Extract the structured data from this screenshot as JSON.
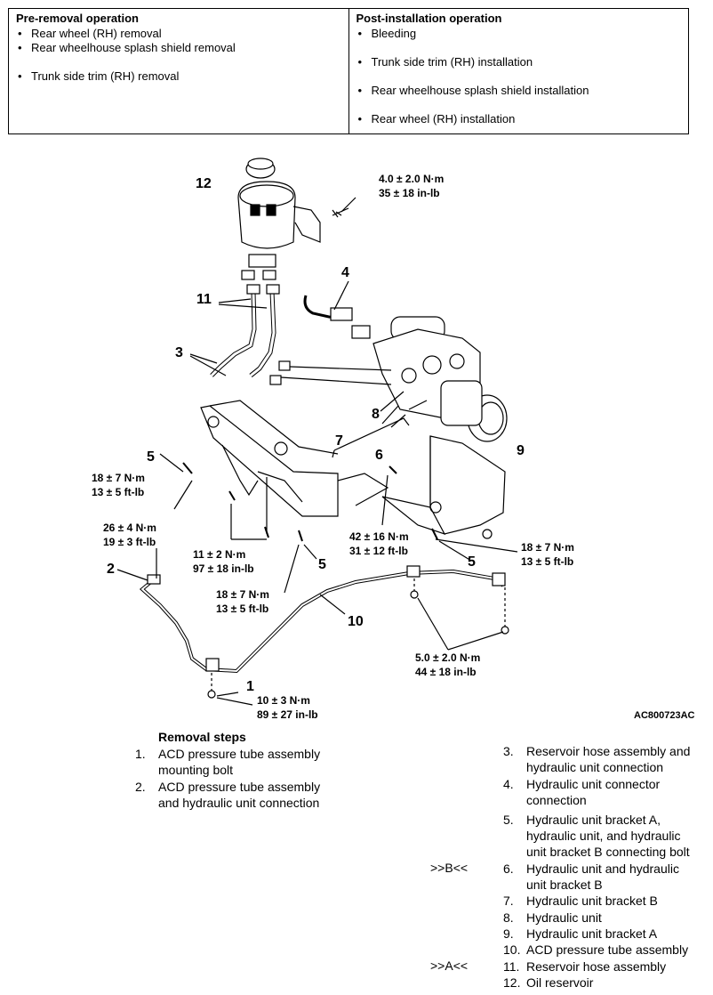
{
  "pre_removal": {
    "title": "Pre-removal operation",
    "items": [
      "Rear wheel (RH) removal",
      "Rear wheelhouse splash shield removal",
      "Trunk side trim (RH) removal"
    ]
  },
  "post_installation": {
    "title": "Post-installation operation",
    "items": [
      "Bleeding",
      "Trunk side trim (RH) installation",
      "Rear wheelhouse splash shield installation",
      "Rear wheel (RH) installation"
    ]
  },
  "diagram": {
    "callouts": [
      "12",
      "11",
      "3",
      "4",
      "8",
      "7",
      "6",
      "9",
      "5",
      "5",
      "5",
      "2",
      "10",
      "1"
    ],
    "torques": [
      [
        "4.0 ± 2.0 N·m",
        "35 ± 18 in-lb"
      ],
      [
        "18 ± 7 N·m",
        "13 ± 5 ft-lb"
      ],
      [
        "26 ± 4 N·m",
        "19 ± 3 ft-lb"
      ],
      [
        "11 ± 2 N·m",
        "97 ± 18 in-lb"
      ],
      [
        "42 ± 16 N·m",
        "31 ± 12 ft-lb"
      ],
      [
        "18 ± 7 N·m",
        "13 ± 5 ft-lb"
      ],
      [
        "18 ± 7 N·m",
        "13 ± 5 ft-lb"
      ],
      [
        "5.0 ± 2.0 N·m",
        "44 ± 18 in-lb"
      ],
      [
        "10 ± 3 N·m",
        "89 ± 27 in-lb"
      ]
    ],
    "figure_code": "AC800723AC"
  },
  "removal": {
    "title": "Removal steps",
    "steps": [
      {
        "num": "1.",
        "lines": [
          "ACD pressure tube assembly",
          "mounting bolt"
        ]
      },
      {
        "num": "2.",
        "lines": [
          "ACD pressure tube assembly",
          "and hydraulic unit connection"
        ]
      },
      {
        "num": "3.",
        "lines": [
          "Reservoir hose assembly and",
          "hydraulic unit connection"
        ]
      },
      {
        "num": "4.",
        "lines": [
          "Hydraulic unit connector",
          "connection"
        ]
      },
      {
        "num": "5.",
        "lines": [
          "Hydraulic unit bracket A,",
          "hydraulic unit, and hydraulic",
          "unit bracket B connecting bolt"
        ]
      },
      {
        "num": "6.",
        "lines": [
          "Hydraulic unit and hydraulic",
          "unit bracket B"
        ]
      },
      {
        "num": "7.",
        "lines": [
          "Hydraulic unit bracket B"
        ]
      },
      {
        "num": "8.",
        "lines": [
          "Hydraulic unit"
        ]
      },
      {
        "num": "9.",
        "lines": [
          "Hydraulic unit bracket A"
        ]
      },
      {
        "num": "10.",
        "lines": [
          "ACD pressure tube assembly"
        ]
      },
      {
        "num": "11.",
        "lines": [
          "Reservoir hose assembly"
        ]
      },
      {
        "num": "12.",
        "lines": [
          "Oil reservoir"
        ]
      }
    ],
    "refs": {
      "step6": ">>B<<",
      "step11": ">>A<<"
    }
  }
}
